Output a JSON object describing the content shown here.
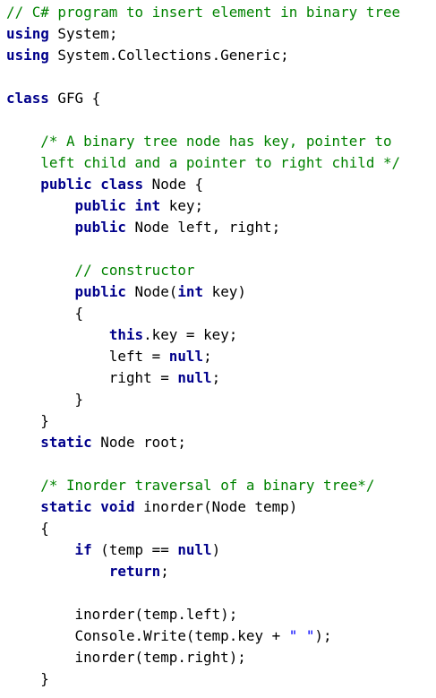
{
  "colors": {
    "keyword": "#00008b",
    "comment": "#008200",
    "string": "#0000ff",
    "plain": "#000000",
    "background": "#ffffff"
  },
  "code_lines": [
    [
      {
        "t": "cm",
        "s": "// C# program to insert element in binary tree"
      }
    ],
    [
      {
        "t": "kw",
        "s": "using"
      },
      {
        "t": "pl",
        "s": " System;"
      }
    ],
    [
      {
        "t": "kw",
        "s": "using"
      },
      {
        "t": "pl",
        "s": " System.Collections.Generic;"
      }
    ],
    [],
    [
      {
        "t": "kw",
        "s": "class"
      },
      {
        "t": "pl",
        "s": " GFG {"
      }
    ],
    [],
    [
      {
        "t": "pl",
        "s": "    "
      },
      {
        "t": "cm",
        "s": "/* A binary tree node has key, pointer to"
      }
    ],
    [
      {
        "t": "pl",
        "s": "    "
      },
      {
        "t": "cm",
        "s": "left child and a pointer to right child */"
      }
    ],
    [
      {
        "t": "pl",
        "s": "    "
      },
      {
        "t": "kw",
        "s": "public"
      },
      {
        "t": "pl",
        "s": " "
      },
      {
        "t": "kw",
        "s": "class"
      },
      {
        "t": "pl",
        "s": " Node {"
      }
    ],
    [
      {
        "t": "pl",
        "s": "        "
      },
      {
        "t": "kw",
        "s": "public"
      },
      {
        "t": "pl",
        "s": " "
      },
      {
        "t": "kw",
        "s": "int"
      },
      {
        "t": "pl",
        "s": " key;"
      }
    ],
    [
      {
        "t": "pl",
        "s": "        "
      },
      {
        "t": "kw",
        "s": "public"
      },
      {
        "t": "pl",
        "s": " Node left, right;"
      }
    ],
    [],
    [
      {
        "t": "pl",
        "s": "        "
      },
      {
        "t": "cm",
        "s": "// constructor"
      }
    ],
    [
      {
        "t": "pl",
        "s": "        "
      },
      {
        "t": "kw",
        "s": "public"
      },
      {
        "t": "pl",
        "s": " Node("
      },
      {
        "t": "kw",
        "s": "int"
      },
      {
        "t": "pl",
        "s": " key)"
      }
    ],
    [
      {
        "t": "pl",
        "s": "        {"
      }
    ],
    [
      {
        "t": "pl",
        "s": "            "
      },
      {
        "t": "kw",
        "s": "this"
      },
      {
        "t": "pl",
        "s": ".key = key;"
      }
    ],
    [
      {
        "t": "pl",
        "s": "            left = "
      },
      {
        "t": "kw",
        "s": "null"
      },
      {
        "t": "pl",
        "s": ";"
      }
    ],
    [
      {
        "t": "pl",
        "s": "            right = "
      },
      {
        "t": "kw",
        "s": "null"
      },
      {
        "t": "pl",
        "s": ";"
      }
    ],
    [
      {
        "t": "pl",
        "s": "        }"
      }
    ],
    [
      {
        "t": "pl",
        "s": "    }"
      }
    ],
    [
      {
        "t": "pl",
        "s": "    "
      },
      {
        "t": "kw",
        "s": "static"
      },
      {
        "t": "pl",
        "s": " Node root;"
      }
    ],
    [],
    [
      {
        "t": "pl",
        "s": "    "
      },
      {
        "t": "cm",
        "s": "/* Inorder traversal of a binary tree*/"
      }
    ],
    [
      {
        "t": "pl",
        "s": "    "
      },
      {
        "t": "kw",
        "s": "static"
      },
      {
        "t": "pl",
        "s": " "
      },
      {
        "t": "kw",
        "s": "void"
      },
      {
        "t": "pl",
        "s": " inorder(Node temp)"
      }
    ],
    [
      {
        "t": "pl",
        "s": "    {"
      }
    ],
    [
      {
        "t": "pl",
        "s": "        "
      },
      {
        "t": "kw",
        "s": "if"
      },
      {
        "t": "pl",
        "s": " (temp == "
      },
      {
        "t": "kw",
        "s": "null"
      },
      {
        "t": "pl",
        "s": ")"
      }
    ],
    [
      {
        "t": "pl",
        "s": "            "
      },
      {
        "t": "kw",
        "s": "return"
      },
      {
        "t": "pl",
        "s": ";"
      }
    ],
    [],
    [
      {
        "t": "pl",
        "s": "        inorder(temp.left);"
      }
    ],
    [
      {
        "t": "pl",
        "s": "        Console.Write(temp.key + "
      },
      {
        "t": "st",
        "s": "\" \""
      },
      {
        "t": "pl",
        "s": ");"
      }
    ],
    [
      {
        "t": "pl",
        "s": "        inorder(temp.right);"
      }
    ],
    [
      {
        "t": "pl",
        "s": "    }"
      }
    ]
  ]
}
